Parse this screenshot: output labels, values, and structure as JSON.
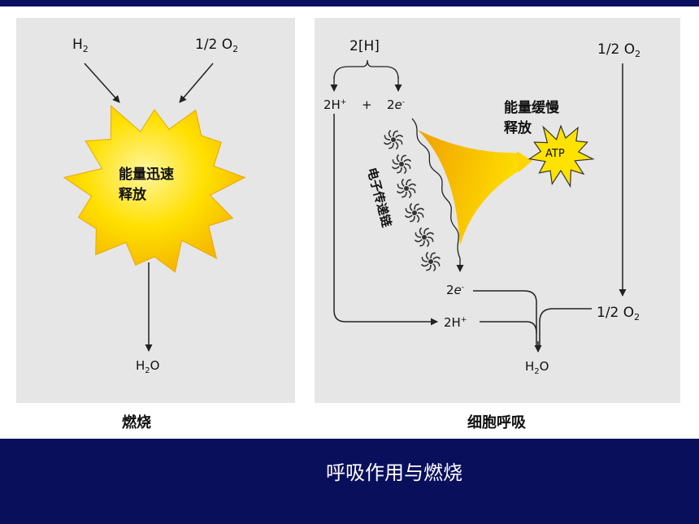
{
  "left_panel": {
    "h2": "H",
    "h2_sub": "2",
    "o2_half": "1/2 O",
    "o2_sub": "2",
    "burst_line1": "能量迅速",
    "burst_line2": "释放",
    "h2o_h": "H",
    "h2o_sub": "2",
    "h2o_o": "O",
    "caption": "燃烧"
  },
  "right_panel": {
    "two_h": "2[H]",
    "two_h_plus": "2H",
    "plus_sign": "+",
    "two_e": "2",
    "e_italic": "e",
    "o2_half": "1/2 O",
    "o2_sub": "2",
    "slow_line1": "能量缓慢",
    "slow_line2": "释放",
    "atp": "ATP",
    "chain_label": "电子传递链",
    "two_e_bottom": "2",
    "o2_half_bottom": "1/2 O",
    "o2_sub_bottom": "2",
    "two_h_plus_bottom": "2H",
    "h2o_h": "H",
    "h2o_sub": "2",
    "h2o_o": "O",
    "caption": "细胞呼吸"
  },
  "slide_title": "呼吸作用与燃烧",
  "colors": {
    "panel_bg": "#e6e6e6",
    "bar_bg": "#0a0f5c",
    "burst_fill": "#ffd400",
    "atp_fill": "#ffe200"
  }
}
